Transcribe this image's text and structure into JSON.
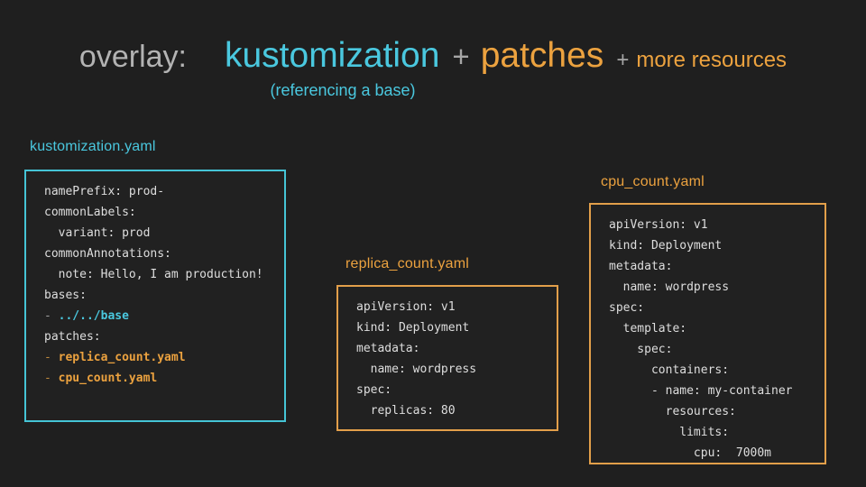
{
  "title": {
    "overlay": "overlay:",
    "kustomization": "kustomization",
    "plus1": "+",
    "patches": "patches",
    "plus2": "+",
    "more_resources": "more resources",
    "subtitle": "(referencing a base)"
  },
  "colors": {
    "background": "#1f1f1f",
    "title_gray": "#b3b3b3",
    "cyan_accent": "#4ac8df",
    "orange_accent": "#eca23f",
    "code_text": "#dedede",
    "dash_gray": "#9e9e9e",
    "dash_orange": "#bf8a3e"
  },
  "panels": [
    {
      "label": "kustomization.yaml",
      "accent": "cyan",
      "lines": [
        [
          {
            "t": "namePrefix: prod-",
            "c": "plain"
          }
        ],
        [
          {
            "t": "commonLabels:",
            "c": "plain"
          }
        ],
        [
          {
            "t": "  variant: prod",
            "c": "plain"
          }
        ],
        [
          {
            "t": "commonAnnotations:",
            "c": "plain"
          }
        ],
        [
          {
            "t": "  note: Hello, I am production!",
            "c": "plain"
          }
        ],
        [
          {
            "t": "bases:",
            "c": "plain"
          }
        ],
        [
          {
            "t": "- ",
            "c": "gray"
          },
          {
            "t": "../../base",
            "c": "cyan"
          }
        ],
        [
          {
            "t": "patches:",
            "c": "plain"
          }
        ],
        [
          {
            "t": "- ",
            "c": "dimorange"
          },
          {
            "t": "replica_count.yaml",
            "c": "orange"
          }
        ],
        [
          {
            "t": "- ",
            "c": "dimorange"
          },
          {
            "t": "cpu_count.yaml",
            "c": "orange"
          }
        ]
      ]
    },
    {
      "label": "replica_count.yaml",
      "accent": "orange",
      "lines": [
        [
          {
            "t": "apiVersion: v1",
            "c": "plain"
          }
        ],
        [
          {
            "t": "kind: Deployment",
            "c": "plain"
          }
        ],
        [
          {
            "t": "metadata:",
            "c": "plain"
          }
        ],
        [
          {
            "t": "  name: wordpress",
            "c": "plain"
          }
        ],
        [
          {
            "t": "spec:",
            "c": "plain"
          }
        ],
        [
          {
            "t": "  replicas: 80",
            "c": "plain"
          }
        ]
      ]
    },
    {
      "label": "cpu_count.yaml",
      "accent": "orange",
      "lines": [
        [
          {
            "t": "apiVersion: v1",
            "c": "plain"
          }
        ],
        [
          {
            "t": "kind: Deployment",
            "c": "plain"
          }
        ],
        [
          {
            "t": "metadata:",
            "c": "plain"
          }
        ],
        [
          {
            "t": "  name: wordpress",
            "c": "plain"
          }
        ],
        [
          {
            "t": "spec:",
            "c": "plain"
          }
        ],
        [
          {
            "t": "  template:",
            "c": "plain"
          }
        ],
        [
          {
            "t": "    spec:",
            "c": "plain"
          }
        ],
        [
          {
            "t": "      containers:",
            "c": "plain"
          }
        ],
        [
          {
            "t": "      - name: my-container",
            "c": "plain"
          }
        ],
        [
          {
            "t": "        resources:",
            "c": "plain"
          }
        ],
        [
          {
            "t": "          limits:",
            "c": "plain"
          }
        ],
        [
          {
            "t": "            cpu:  7000m",
            "c": "plain"
          }
        ]
      ]
    }
  ]
}
